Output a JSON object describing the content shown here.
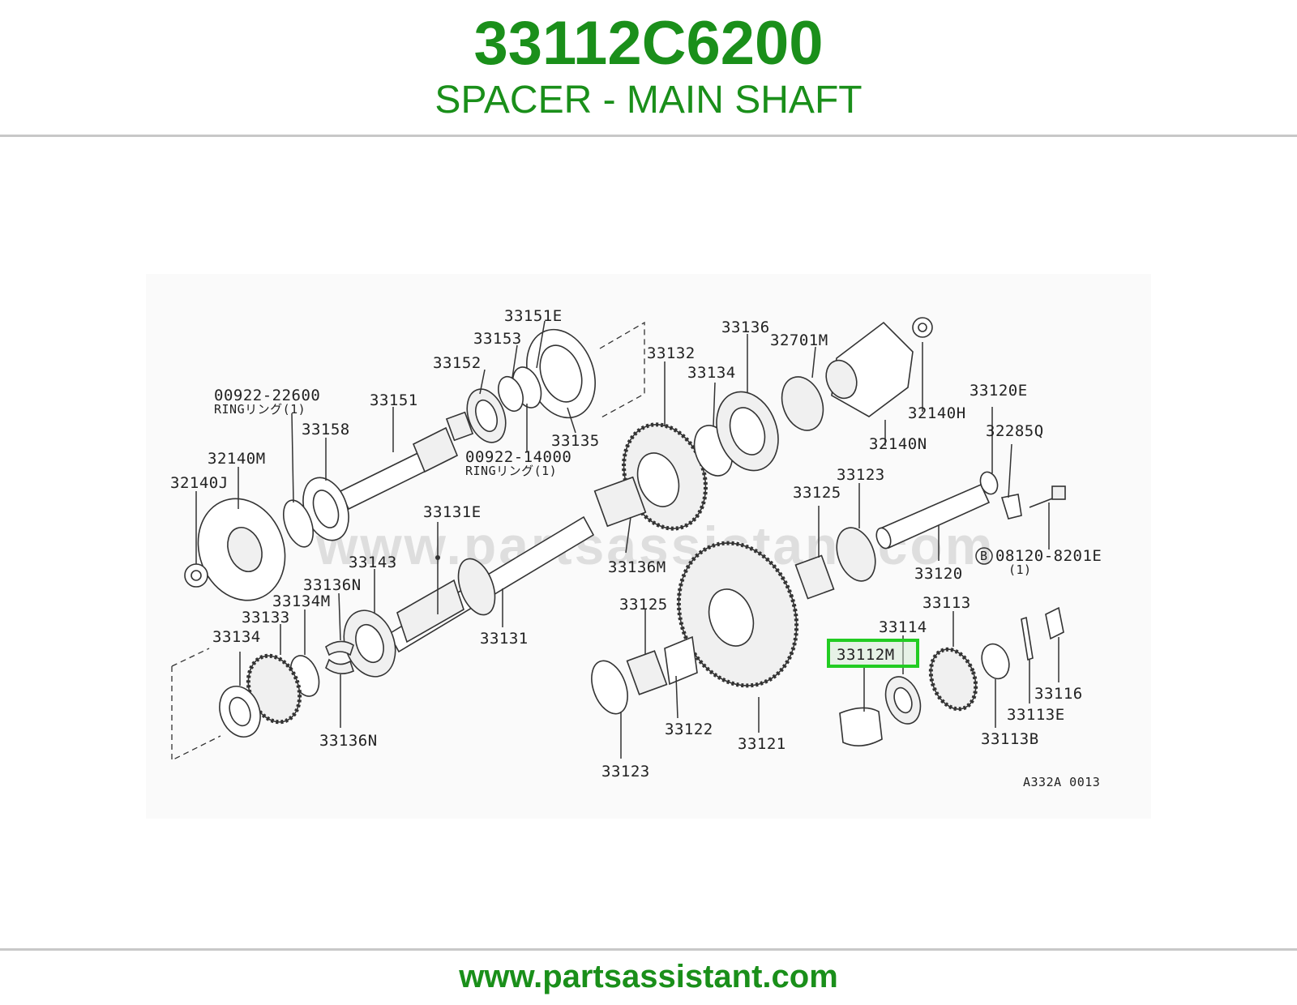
{
  "header": {
    "part_number": "33112C6200",
    "part_name": "SPACER - MAIN SHAFT"
  },
  "diagram": {
    "watermark": "www.partsassistant.com",
    "code": "A332A 0013",
    "highlighted_label": "33112M",
    "highlight_color": "#22cc22",
    "labels": {
      "l33151E": "33151E",
      "l33153": "33153",
      "l33152": "33152",
      "l00922_22600": "00922-22600",
      "ring1": "RINGリング(1)",
      "l33151": "33151",
      "l33158": "33158",
      "l32140M": "32140M",
      "l32140J": "32140J",
      "l00922_14000": "00922-14000",
      "ring2": "RINGリング(1)",
      "l33135": "33135",
      "l33132": "33132",
      "l33136": "33136",
      "l32701M": "32701M",
      "l33134a": "33134",
      "l32140H": "32140H",
      "l32140N": "32140N",
      "l33120E": "33120E",
      "l32285Q": "32285Q",
      "l33123a": "33123",
      "l33125a": "33125",
      "l33131E": "33131E",
      "l33143": "33143",
      "l33136Ma": "33136M",
      "l33136Na": "33136N",
      "l33134M": "33134M",
      "l33133": "33133",
      "l33134b": "33134",
      "l33131": "33131",
      "l33125b": "33125",
      "l33120": "33120",
      "l08120": "08120-8201E",
      "bolt_mark": "B",
      "bolt_qty": "(1)",
      "l33113": "33113",
      "l33114": "33114",
      "l33116": "33116",
      "l33113E": "33113E",
      "l33113B": "33113B",
      "l33122": "33122",
      "l33121": "33121",
      "l33123b": "33123",
      "l33136Nb": "33136N"
    }
  },
  "footer": {
    "url": "www.partsassistant.com"
  }
}
